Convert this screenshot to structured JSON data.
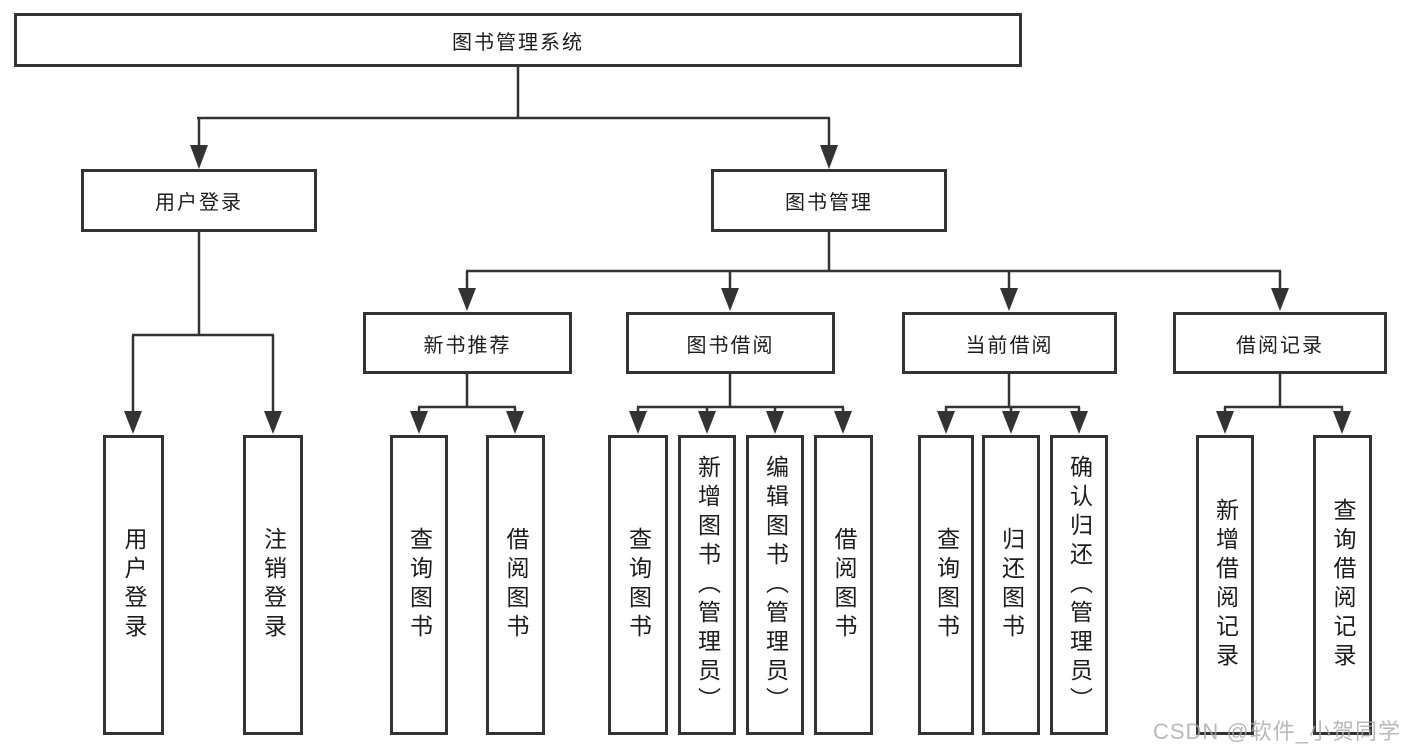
{
  "colors": {
    "line": "#333333",
    "box_border": "#333333",
    "text": "#1c1c1c",
    "watermark": "#a8a8a8",
    "background": "#ffffff"
  },
  "watermark": {
    "text": "CSDN @软件_小贺同学"
  },
  "tree": {
    "label": "图书管理系统",
    "children": [
      {
        "label": "用户登录",
        "children": [
          {
            "label": "用户登录"
          },
          {
            "label": "注销登录"
          }
        ]
      },
      {
        "label": "图书管理",
        "children": [
          {
            "label": "新书推荐",
            "children": [
              {
                "label": "查询图书"
              },
              {
                "label": "借阅图书"
              }
            ]
          },
          {
            "label": "图书借阅",
            "children": [
              {
                "label": "查询图书"
              },
              {
                "label": "新增图书（管理员）"
              },
              {
                "label": "编辑图书（管理员）"
              },
              {
                "label": "借阅图书"
              }
            ]
          },
          {
            "label": "当前借阅",
            "children": [
              {
                "label": "查询图书"
              },
              {
                "label": "归还图书"
              },
              {
                "label": "确认归还（管理员）"
              }
            ]
          },
          {
            "label": "借阅记录",
            "children": [
              {
                "label": "新增借阅记录"
              },
              {
                "label": "查询借阅记录"
              }
            ]
          }
        ]
      }
    ]
  }
}
